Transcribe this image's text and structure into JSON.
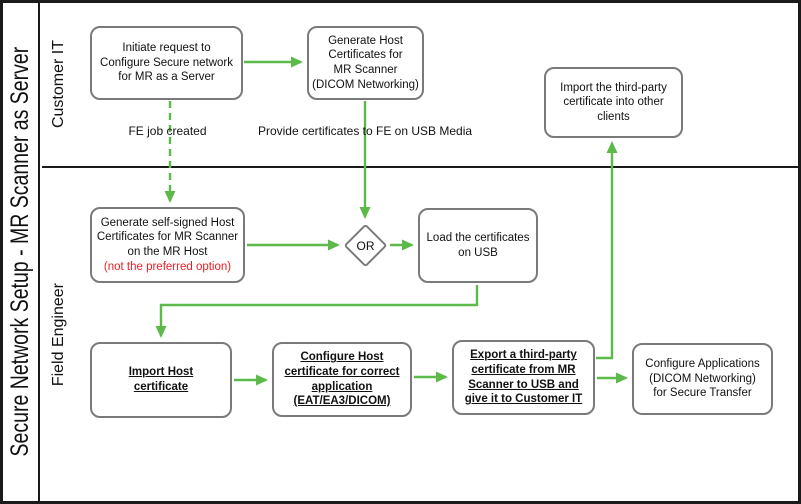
{
  "colors": {
    "green": "#5cb94a",
    "red": "#ed1c24",
    "box_border": "#7a7a7a",
    "frame": "#1a1a1a",
    "text": "#111111"
  },
  "title": "Secure Network Setup - MR Scanner as Server",
  "lanes": {
    "customer_it": "Customer IT",
    "field_engineer": "Field Engineer"
  },
  "nodes": {
    "initiate_request": "Initiate request to\nConfigure Secure network\nfor MR as a Server",
    "generate_host_certs": "Generate Host\nCertificates for\nMR Scanner\n(DICOM Networking)",
    "import_third_party": "Import the third-party\ncertificate into other\nclients",
    "generate_self_signed": "Generate self-signed Host\nCertificates for MR Scanner\non the MR Host",
    "generate_self_signed_note": "(not the preferred option)",
    "or_gateway": "OR",
    "load_certs_usb": "Load the certificates\non USB",
    "import_host_cert": "Import Host\ncertificate",
    "configure_host_cert": "Configure Host\ncertificate for correct\napplication\n(EAT/EA3/DICOM)",
    "export_third_party": "Export a third-party\ncertificate from MR\nScanner to USB and\ngive it to Customer IT",
    "configure_apps": "Configure Applications\n(DICOM Networking)\nfor Secure Transfer"
  },
  "edge_labels": {
    "fe_job_created": "FE job created",
    "provide_certs": "Provide certificates to FE on USB Media"
  }
}
